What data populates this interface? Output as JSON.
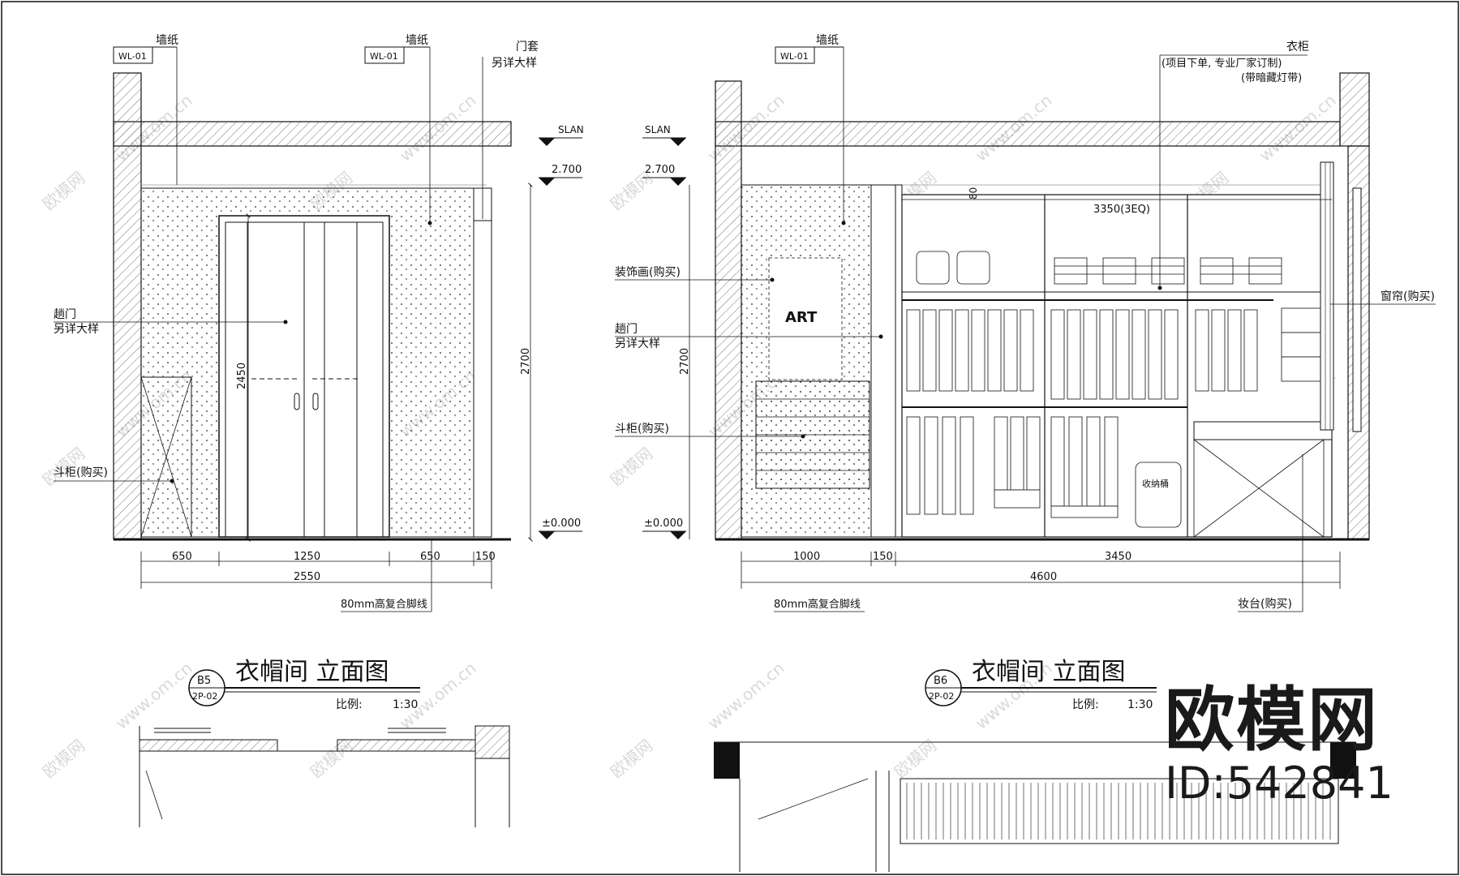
{
  "left_elevation": {
    "tags": {
      "wl_a": "WL-01",
      "wl_b": "WL-01"
    },
    "notes": {
      "wallpaper_a": "墙纸",
      "wallpaper_b": "墙纸",
      "door_frame_1": "门套",
      "door_frame_2": "另详大样",
      "door_1": "趟门",
      "door_2": "另详大样",
      "cabinet": "斗柜(购买)",
      "skirting": "80mm高复合脚线"
    },
    "levels": {
      "slan": "SLAN",
      "ceiling": "2.700",
      "floor": "±0.000"
    },
    "dims": {
      "height_total": "2700",
      "door_height": "2450",
      "w1": "650",
      "w2": "1250",
      "w3": "650",
      "w4": "150",
      "overall": "2550"
    },
    "title_block": {
      "code_top": "B5",
      "code_bottom": "2P-02",
      "title": "衣帽间 立面图",
      "scale_label": "比例:",
      "scale_value": "1:30"
    }
  },
  "right_elevation": {
    "tags": {
      "wl": "WL-01"
    },
    "notes": {
      "wallpaper": "墙纸",
      "wardrobe_1": "衣柜",
      "wardrobe_2": "(项目下单, 专业厂家订制)",
      "wardrobe_3": "(带暗藏灯带)",
      "painting": "装饰画(购买)",
      "door_1": "趟门",
      "door_2": "另详大样",
      "cabinet": "斗柜(购买)",
      "curtain": "窗帘(购买)",
      "art": "ART",
      "skirting": "80mm高复合脚线",
      "vanity": "妆台(购买)",
      "vacuum": "收纳桶"
    },
    "levels": {
      "slan": "SLAN",
      "ceiling": "2.700",
      "floor": "±0.000"
    },
    "dims": {
      "height_total": "2700",
      "top_gap": "80",
      "wardrobe_width": "3350(3EQ)",
      "w1": "1000",
      "w2": "150",
      "w3": "3450",
      "overall": "4600"
    },
    "title_block": {
      "code_top": "B6",
      "code_bottom": "2P-02",
      "title": "衣帽间 立面图",
      "scale_label": "比例:",
      "scale_value": "1:30"
    }
  },
  "watermark": {
    "site": "www.om.cn",
    "name": "欧模网"
  },
  "branding": {
    "logo": "欧模网",
    "id": "ID:542841"
  }
}
